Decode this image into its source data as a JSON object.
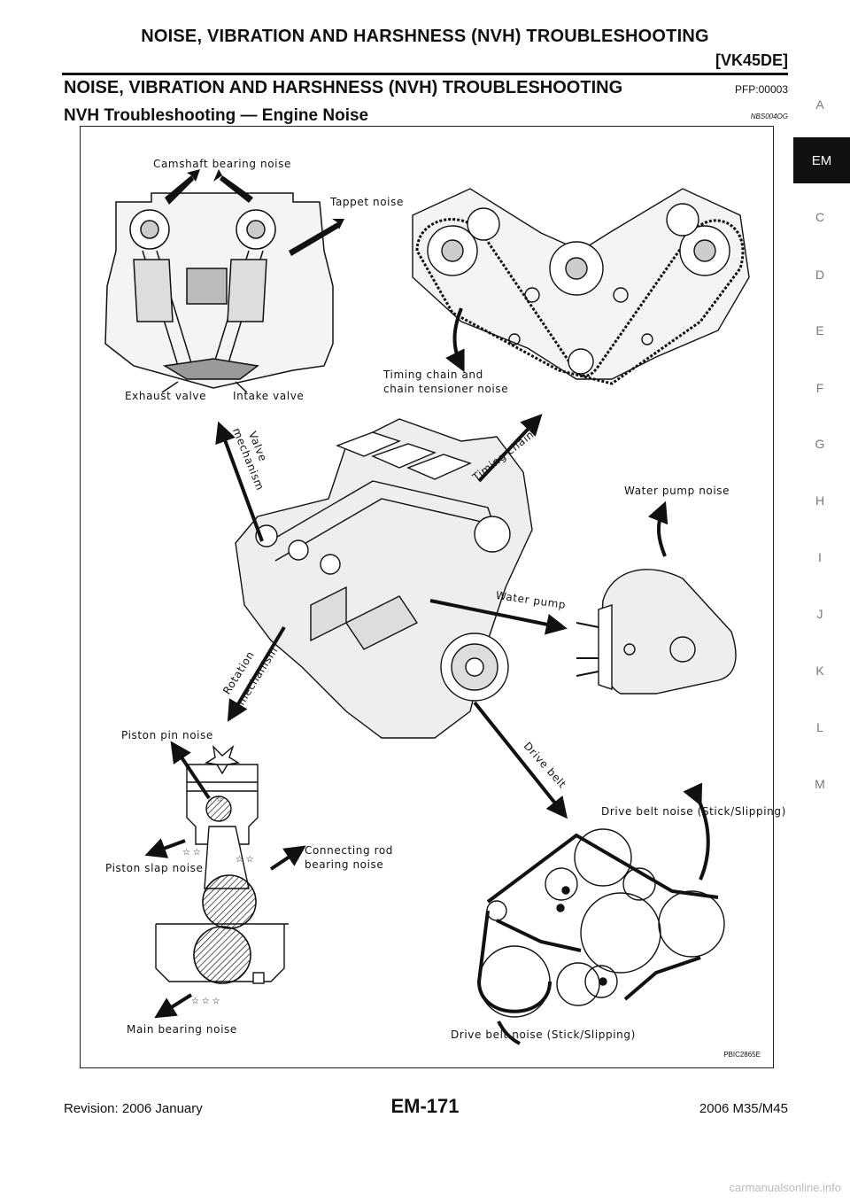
{
  "header": {
    "title": "NOISE, VIBRATION AND HARSHNESS (NVH) TROUBLESHOOTING",
    "code": "[VK45DE]"
  },
  "section": {
    "title": "NOISE, VIBRATION AND HARSHNESS (NVH) TROUBLESHOOTING",
    "code": "PFP:00003"
  },
  "subsection": {
    "title": "NVH Troubleshooting — Engine Noise",
    "code": "NBS004OG"
  },
  "figure": {
    "id": "PBIC2865E",
    "labels": {
      "camshaft": "Camshaft bearing noise",
      "tappet": "Tappet noise",
      "exhaust_valve": "Exhaust valve",
      "intake_valve": "Intake valve",
      "timing_noise_1": "Timing chain and",
      "timing_noise_2": "chain tensioner noise",
      "valve_1": "Valve",
      "valve_2": "mechanism",
      "timing_chain": "Timing chain",
      "water_pump_noise": "Water pump noise",
      "water_pump": "Water pump",
      "rotation_1": "Rotation",
      "rotation_2": "mechanism",
      "piston_pin": "Piston pin noise",
      "drive_belt": "Drive belt",
      "drive_belt_noise_top": "Drive belt noise (Stick/Slipping)",
      "piston_slap": "Piston slap noise",
      "conrod_1": "Connecting rod",
      "conrod_2": "bearing noise",
      "main_bearing": "Main bearing noise",
      "drive_belt_noise_bottom": "Drive belt noise (Stick/Slipping)"
    }
  },
  "side_tabs": [
    "A",
    "EM",
    "C",
    "D",
    "E",
    "F",
    "G",
    "H",
    "I",
    "J",
    "K",
    "L",
    "M"
  ],
  "active_tab": "EM",
  "footer": {
    "revision": "Revision: 2006 January",
    "page": "EM-171",
    "model": "2006 M35/M45"
  },
  "watermark": "carmanualsonline.info"
}
